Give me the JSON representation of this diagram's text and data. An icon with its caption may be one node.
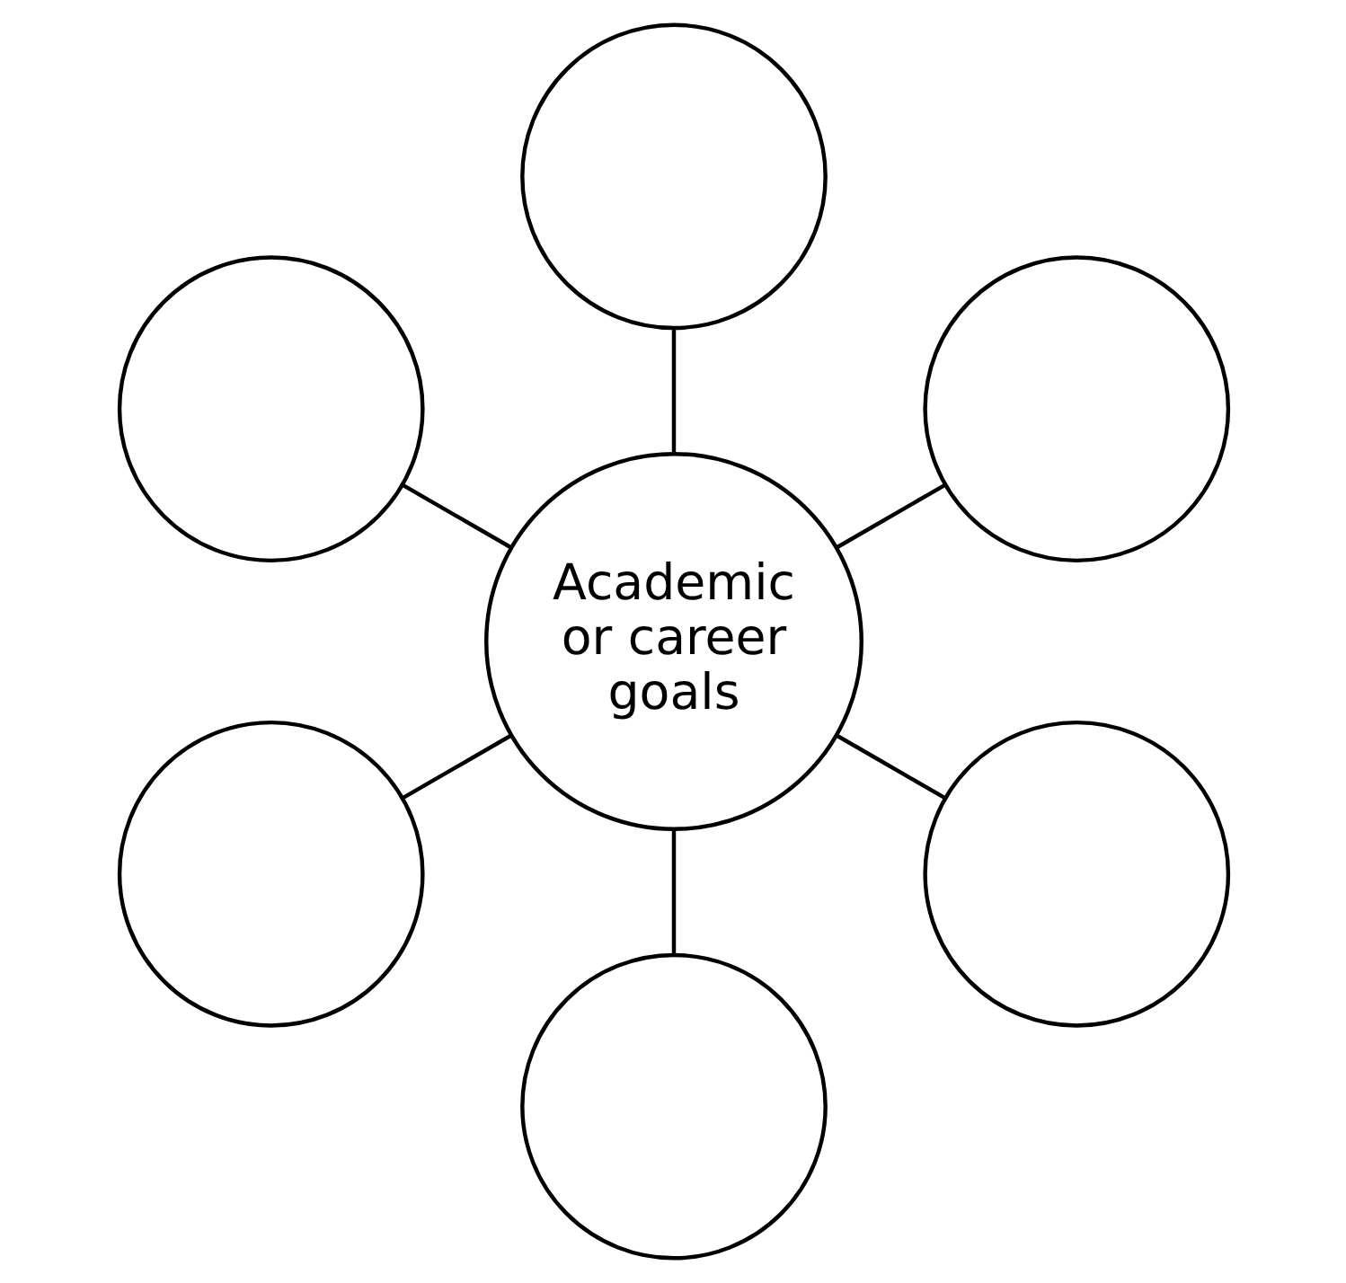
{
  "diagram": {
    "nodes": [
      {
        "text": [],
        "shape": "circle"
      },
      {
        "text": [],
        "shape": "circle"
      },
      {
        "text": [],
        "shape": "circle"
      },
      {
        "text": [
          "Academic or career goals"
        ]
      },
      {
        "text": [],
        "shape": "circle"
      },
      {
        "text": [],
        "shape": "circle"
      },
      {
        "text": [],
        "shape": "circle"
      }
    ],
    "edges": [
      {
        "from": 3,
        "to": 0,
        "arrow": "none"
      },
      {
        "from": 3,
        "to": 1,
        "arrow": "none"
      },
      {
        "from": 3,
        "to": 2,
        "arrow": "none"
      },
      {
        "from": 3,
        "to": 4,
        "arrow": "none"
      },
      {
        "from": 3,
        "to": 5,
        "arrow": "none"
      },
      {
        "from": 3,
        "to": 6,
        "arrow": "none"
      }
    ]
  }
}
